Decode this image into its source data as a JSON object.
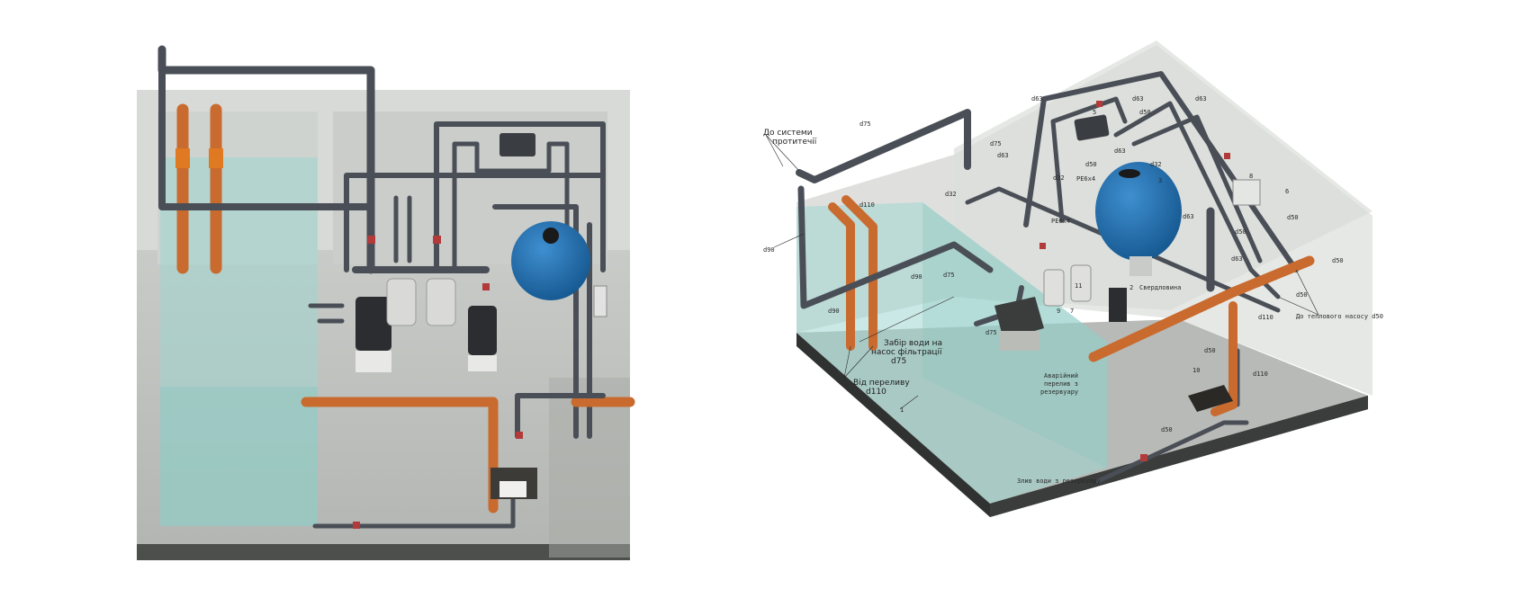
{
  "labels": {
    "d75_top": "d75",
    "to_counterflow": "До системи\nпротитечії",
    "d90_left": "d90",
    "d110_top": "d110",
    "d90_bottom": "d90",
    "d90_mid": "d90",
    "d75_small": "d75",
    "d75_a": "d75",
    "d63_a": "d63",
    "d63_b": "d63",
    "d63_c": "d63",
    "d63_d": "d63",
    "d63_e": "d63",
    "d63_f": "d63",
    "d63_g": "d63",
    "d50_a": "d50",
    "d50_b": "d50",
    "d50_c": "d50",
    "d50_d": "d50",
    "d50_e": "d50",
    "d50_f": "d50",
    "d50_g": "d50",
    "d50_h": "d50",
    "d32_a": "d32",
    "d32_b": "d32",
    "d32_c": "d32",
    "pe_a": "РЕ6х4",
    "pe_b": "РЕ6х4",
    "borehole": "Свердловина",
    "intake": "Забір води на\nнасос фільтрації\nd75",
    "overflow": "Від переливу\nd110",
    "emergency": "Аварійний\nперелив з\nрезервуару",
    "drain": "Злив води з резервуару",
    "to_heatpump": "До теплового насосу d50",
    "d110_mid": "d110",
    "d110_b": "d110",
    "d75_pump": "d75",
    "n1": "1",
    "n2": "2",
    "n3": "3",
    "n5": "5",
    "n6": "6",
    "n7": "7",
    "n8": "8",
    "n9": "9",
    "n10": "10",
    "n11": "11"
  },
  "colors": {
    "water": "#9fd6cf",
    "concrete": "#bfc2be",
    "pipe_grey": "#4a4f57",
    "pipe_orange": "#c96a2e",
    "filter_blue": "#1f6fb2",
    "valve_red": "#b23a3a"
  }
}
